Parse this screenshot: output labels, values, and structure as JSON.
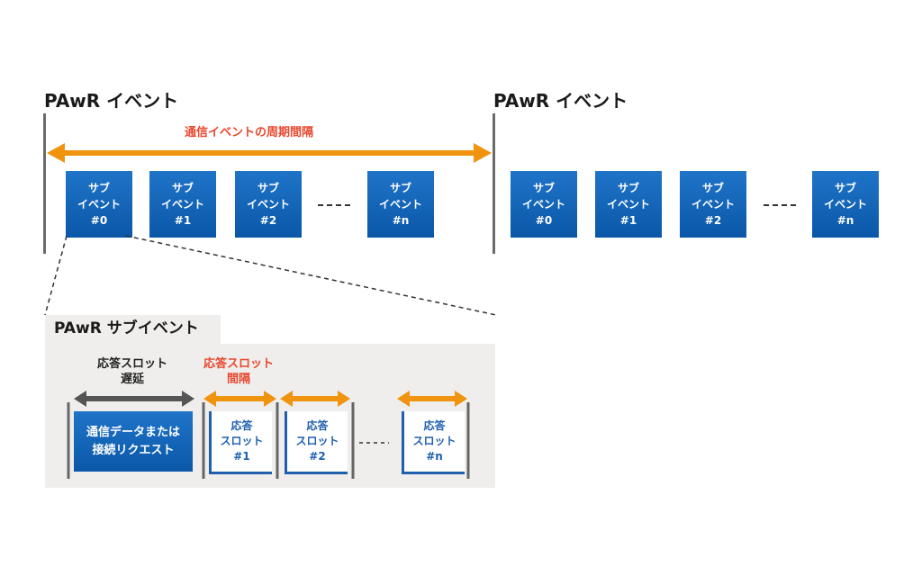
{
  "event_title_1": "PAwR イベント",
  "event_title_2": "PAwR イベント",
  "period_label": "通信イベントの周期間隔",
  "subevents_1": [
    {
      "line1": "サブ",
      "line2": "イベント",
      "line3": "#0"
    },
    {
      "line1": "サブ",
      "line2": "イベント",
      "line3": "#1"
    },
    {
      "line1": "サブ",
      "line2": "イベント",
      "line3": "#2"
    },
    {
      "line1": "サブ",
      "line2": "イベント",
      "line3": "#n"
    }
  ],
  "subevents_2": [
    {
      "line1": "サブ",
      "line2": "イベント",
      "line3": "#0"
    },
    {
      "line1": "サブ",
      "line2": "イベント",
      "line3": "#1"
    },
    {
      "line1": "サブ",
      "line2": "イベント",
      "line3": "#2"
    },
    {
      "line1": "サブ",
      "line2": "イベント",
      "line3": "#n"
    }
  ],
  "panel_title": "PAwR サブイベント",
  "response_delay": {
    "line1": "応答スロット",
    "line2": "遅延"
  },
  "response_interval": {
    "line1": "応答スロット",
    "line2": "間隔"
  },
  "request_box": {
    "line1": "通信データまたは",
    "line2": "接続リクエスト"
  },
  "slots": [
    {
      "line1": "応答",
      "line2": "スロット",
      "line3": "#1"
    },
    {
      "line1": "応答",
      "line2": "スロット",
      "line3": "#2"
    },
    {
      "line1": "応答",
      "line2": "スロット",
      "line3": "#n"
    }
  ],
  "colors": {
    "blue": "#0a57a8",
    "orange": "#f0930e",
    "red": "#e9472f",
    "gray_arrow": "#555555"
  }
}
